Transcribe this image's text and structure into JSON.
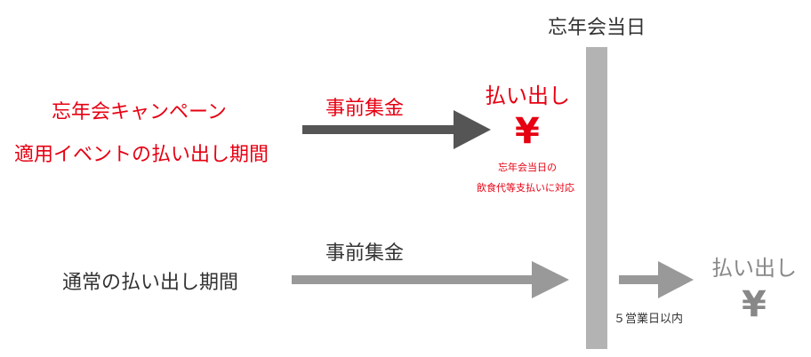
{
  "colors": {
    "campaign": "#e60012",
    "text": "#333333",
    "muted": "#888888",
    "arrow_dark": "#555555",
    "arrow_light": "#999999",
    "bar": "#b3b3b3"
  },
  "event_day_label": "忘年会当日",
  "campaign": {
    "title_line1": "忘年会キャンペーン",
    "title_line2": "適用イベントの払い出し期間",
    "collection_label": "事前集金",
    "payout_label": "払い出し",
    "yen": "¥",
    "note_line1": "忘年会当日の",
    "note_line2": "飲食代等支払いに対応"
  },
  "normal": {
    "title": "通常の払い出し期間",
    "collection_label": "事前集金",
    "days_label": "５営業日以内",
    "payout_label": "払い出し",
    "yen": "¥"
  }
}
